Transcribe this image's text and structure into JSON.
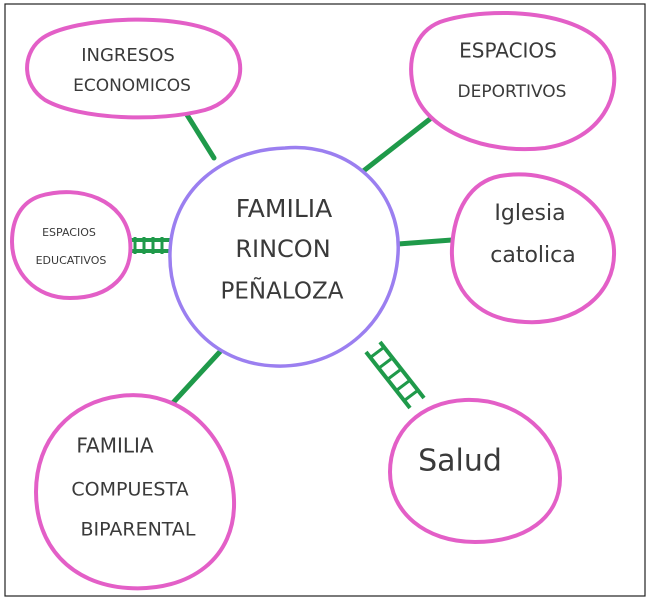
{
  "diagram": {
    "colors": {
      "ink": "#3a3a3a",
      "center_circle": "#9b7ff0",
      "outer_circle": "#e35fc7",
      "connector": "#1f9a4a",
      "frame": "#222222"
    },
    "center": {
      "lines": [
        "FAMILIA",
        "RINCON",
        "PEÑALOZA"
      ]
    },
    "nodes": {
      "ingresos": {
        "lines": [
          "INGRESOS",
          "ECONOMICOS"
        ]
      },
      "deportivos": {
        "lines": [
          "ESPACIOS",
          "DEPORTIVOS"
        ]
      },
      "educativos": {
        "lines": [
          "ESPACIOS",
          "EDUCATIVOS"
        ]
      },
      "iglesia": {
        "lines": [
          "Iglesia",
          "catolica"
        ]
      },
      "familia": {
        "lines": [
          "FAMILIA",
          "COMPUESTA",
          "BIPARENTAL"
        ]
      },
      "salud": {
        "lines": [
          "Salud"
        ]
      }
    },
    "connections": {
      "ingresos": "normal",
      "deportivos": "normal",
      "educativos": "strong",
      "iglesia": "normal",
      "familia": "normal",
      "salud": "strong"
    }
  }
}
